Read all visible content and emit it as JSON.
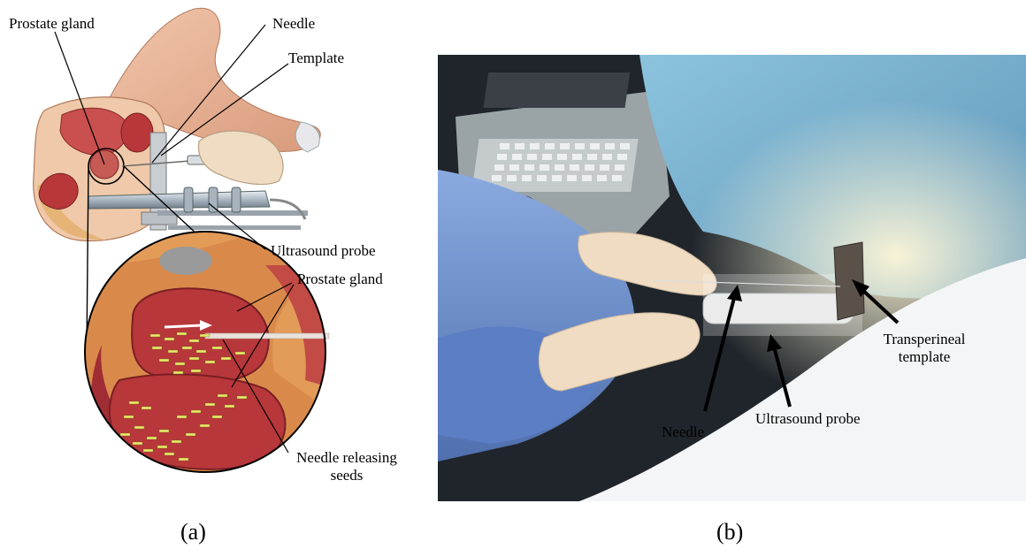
{
  "panel_a": {
    "labels": {
      "prostate_gland_top": "Prostate gland",
      "needle": "Needle",
      "template": "Template",
      "ultrasound_probe": "Ultrasound probe",
      "prostate_gland_zoom": "Prostate gland",
      "needle_releasing_seeds_line1": "Needle releasing",
      "needle_releasing_seeds_line2": "seeds"
    },
    "caption": "(a)"
  },
  "panel_b": {
    "labels": {
      "transperineal_line1": "Transperineal",
      "transperineal_line2": "template",
      "ultrasound_probe": "Ultrasound probe",
      "needle": "Needle"
    },
    "caption": "(b)"
  },
  "colors": {
    "skin": "#e9b79a",
    "tissue_red": "#b8373a",
    "fat_yellow": "#e6b477",
    "drape_blue": "#7fb4d3",
    "gown_blue": "#6d8fc7",
    "glove": "#efdcc2"
  }
}
